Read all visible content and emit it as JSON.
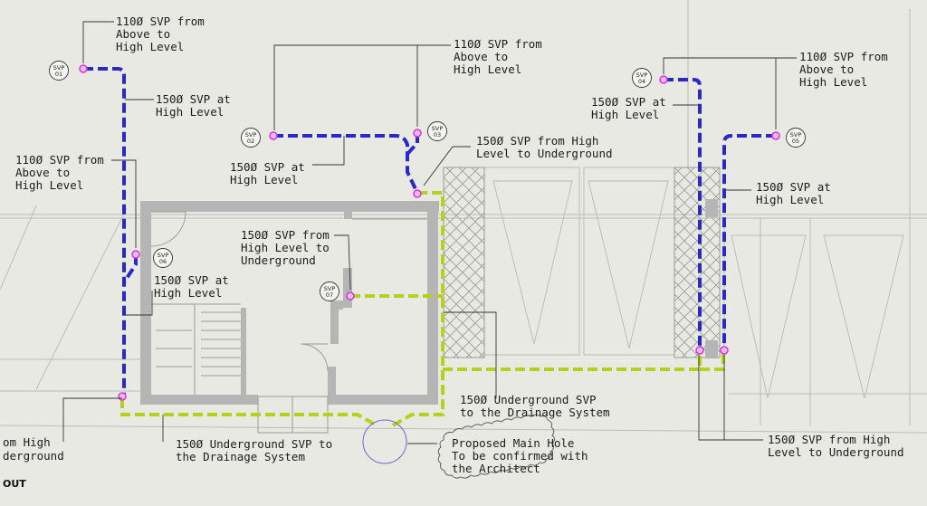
{
  "colors": {
    "background": "#e9e9e4",
    "high_level_svp": "#2a28c8",
    "underground_svp": "#b5d11a",
    "svp_marker": "#d13ad6",
    "walls": "#b5b5b5",
    "leader_lines": "#333333"
  },
  "svp_tags": [
    {
      "line1": "SVP",
      "line2": "01"
    },
    {
      "line1": "SVP",
      "line2": "02"
    },
    {
      "line1": "SVP",
      "line2": "03"
    },
    {
      "line1": "SVP",
      "line2": "04"
    },
    {
      "line1": "SVP",
      "line2": "05"
    },
    {
      "line1": "SVP",
      "line2": "06"
    },
    {
      "line1": "SVP",
      "line2": "07"
    }
  ],
  "annotations": {
    "svp01_from_above": [
      "110Ø SVP from",
      "Above to",
      "High Level"
    ],
    "svp01_high_level": [
      "150Ø SVP at",
      "High Level"
    ],
    "svp03_from_above": [
      "110Ø SVP from",
      "Above to",
      "High Level"
    ],
    "svp02_high_level": [
      "150Ø SVP at",
      "High Level"
    ],
    "svp03_to_underground": [
      "150Ø SVP from High",
      "Level to Underground"
    ],
    "svp05_from_above": [
      "110Ø SVP from",
      "Above to",
      "High Level"
    ],
    "svp04_high_level": [
      "150Ø SVP at",
      "High Level"
    ],
    "svp05_high_level": [
      "150Ø SVP at",
      "High Level"
    ],
    "svp06_from_above": [
      "110Ø SVP from",
      "Above to",
      "High Level"
    ],
    "svp07_to_underground": [
      "150Ø SVP from",
      "High Level to",
      "Underground"
    ],
    "svp06_high_level": [
      "150Ø SVP at",
      "High Level"
    ],
    "underground_right": [
      "150Ø Underground SVP",
      "to the Drainage System"
    ],
    "underground_bottom": [
      "150Ø Underground SVP to",
      "the Drainage System"
    ],
    "main_hole": [
      "Proposed Main Hole",
      "To be confirmed with",
      "the Architect"
    ],
    "svp04_05_to_underground": [
      "150Ø SVP from High",
      "Level to Underground"
    ],
    "left_edge_cut": [
      "om High",
      "derground"
    ],
    "bottom_left_cut": "OUT"
  }
}
